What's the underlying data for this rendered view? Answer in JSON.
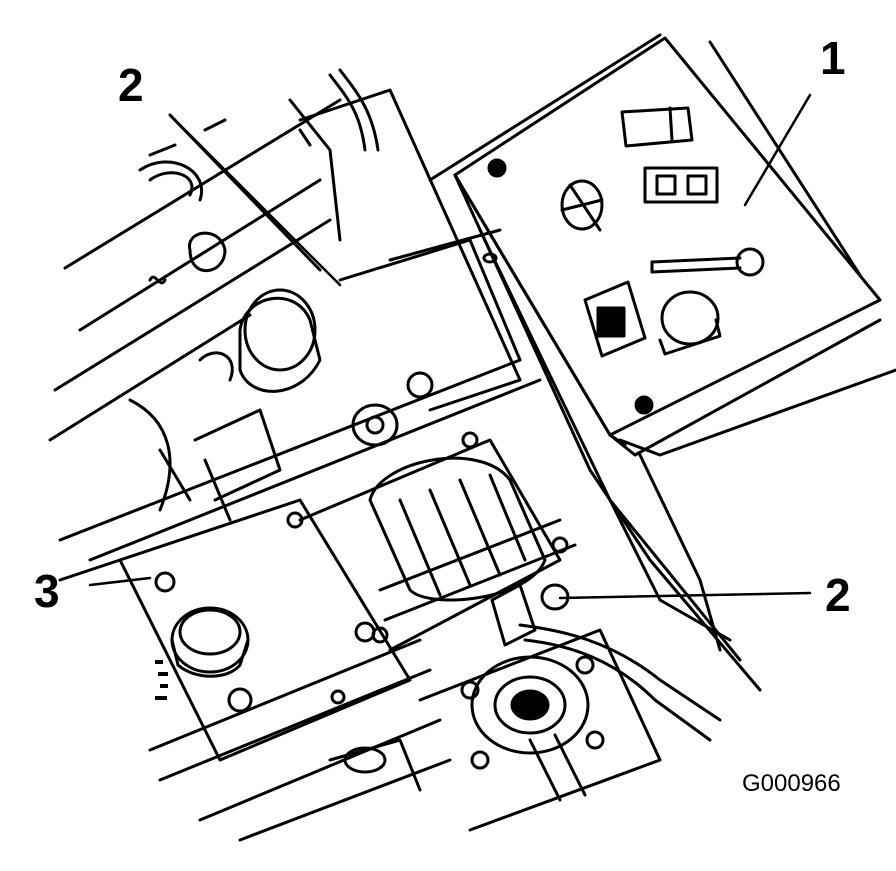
{
  "callouts": {
    "c1": "1",
    "c2_top": "2",
    "c2_right": "2",
    "c3": "3"
  },
  "figure_id": "G000966",
  "colors": {
    "ink": "#000000",
    "paper": "#ffffff",
    "shade": "#d8d8d8"
  }
}
